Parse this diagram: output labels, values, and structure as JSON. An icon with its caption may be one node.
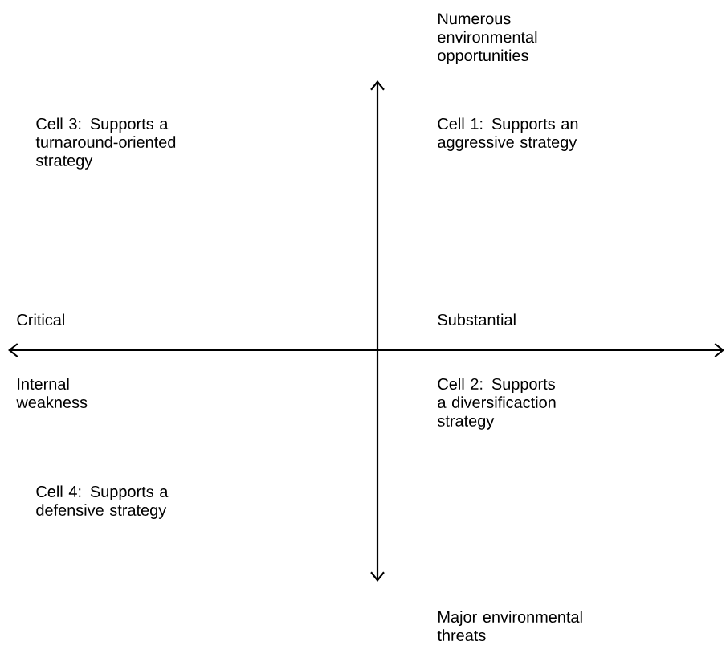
{
  "diagram": {
    "labels": [
      "Numerous environmental opportunities",
      "Cell 3: Supports a turnaround-oriented strategy",
      "Cell 1: Supports an aggressive strategy",
      "Critical",
      "Substantial",
      "Internal weakness",
      "Cell 2: Supports a diversificaction strategy",
      "Cell 4: Supports a defensive strategy",
      "Major environmental threats"
    ]
  }
}
